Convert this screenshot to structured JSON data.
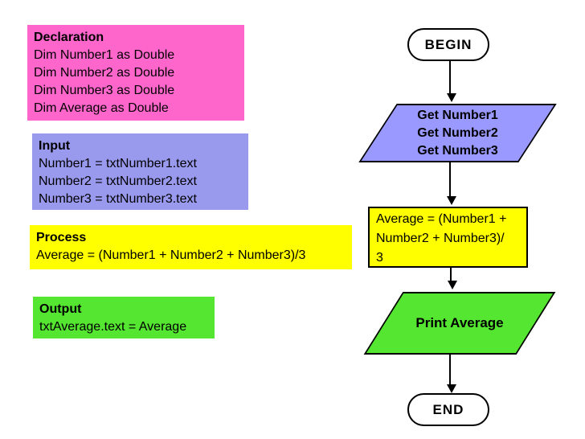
{
  "slide": {
    "background": "#ffffff",
    "text_color": "#000000",
    "notes": [
      {
        "id": "declaration",
        "title": "Declaration",
        "lines": [
          "Dim Number1 as Double",
          "Dim Number2 as Double",
          "Dim Number3 as Double",
          "Dim Average as Double"
        ],
        "color": "#ff66cc"
      },
      {
        "id": "input",
        "title": "Input",
        "lines": [
          "Number1 = txtNumber1.text",
          "Number2 = txtNumber2.text",
          "Number3 = txtNumber3.text"
        ],
        "color": "#9999ee"
      },
      {
        "id": "process",
        "title": "Process",
        "lines": [
          "Average = (Number1 + Number2 + Number3)/3"
        ],
        "color": "#ffff00"
      },
      {
        "id": "output",
        "title": "Output",
        "lines": [
          "txtAverage.text = Average"
        ],
        "color": "#55e632"
      }
    ],
    "flowchart": {
      "begin_label": "BEGIN",
      "input_step": {
        "lines": [
          "Get Number1",
          "Get Number2",
          "Get Number3"
        ],
        "color": "#9999ff"
      },
      "process_step": {
        "lines": [
          "Average = (Number1 +",
          "Number2 + Number3)/",
          "3"
        ],
        "color": "#ffff00"
      },
      "output_step": {
        "label": "Print Average",
        "color": "#55e632"
      },
      "end_label": "END",
      "shape_border_color": "#000000",
      "arrow_color": "#000000"
    }
  }
}
